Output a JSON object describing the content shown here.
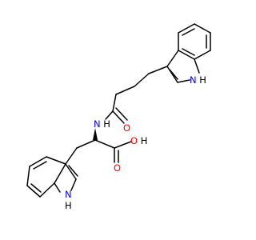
{
  "molecule": {
    "colors": {
      "bond": "#000000",
      "N": "#0000ff",
      "O": "#ff0000",
      "H": "#000000"
    },
    "atoms": {
      "nh_top": {
        "symbol": "N",
        "h": "H"
      },
      "nh_amide": {
        "symbol": "N",
        "h": "H"
      },
      "o_amide": {
        "symbol": "O"
      },
      "o_acid": {
        "symbol": "O"
      },
      "oh_acid": {
        "symbol": "O",
        "h": "H"
      },
      "nh_bottom": {
        "symbol": "N",
        "h": "H"
      }
    }
  }
}
